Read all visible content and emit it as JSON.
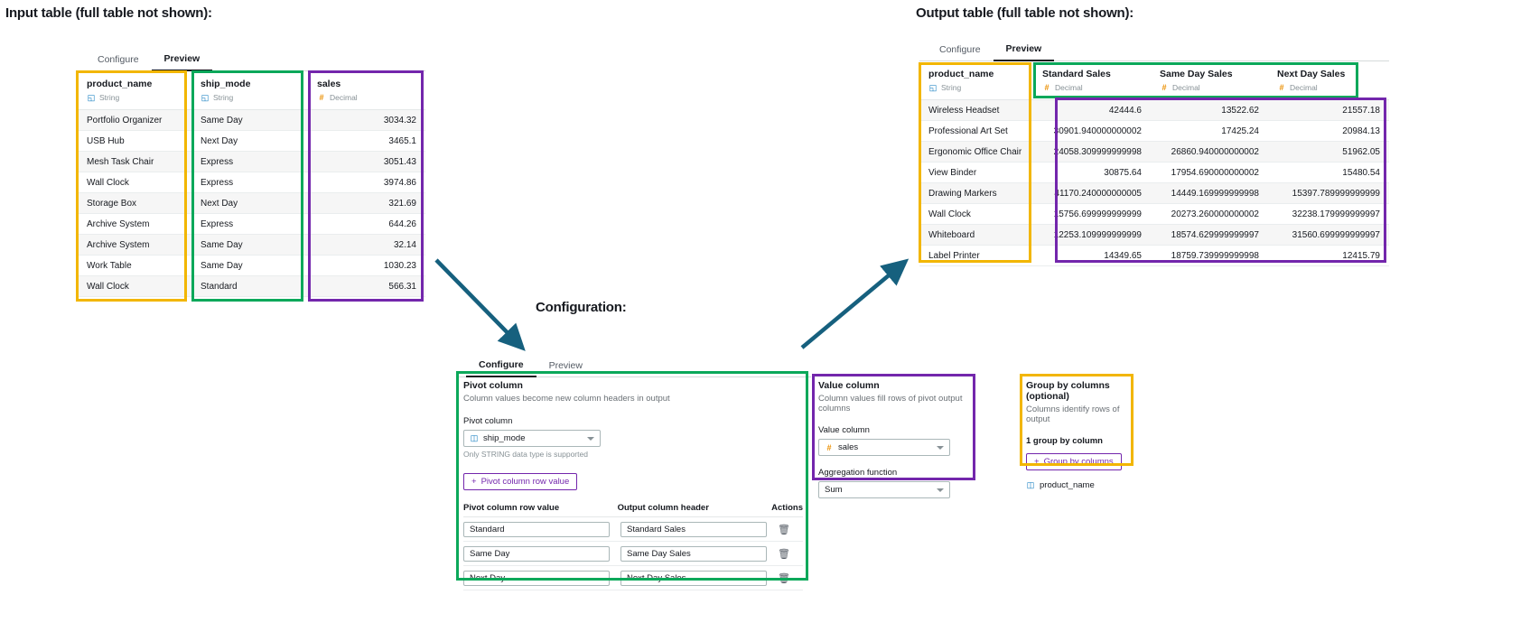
{
  "captions": {
    "input": "Input table (full table not shown):",
    "output": "Output table (full table not shown):",
    "configuration": "Configuration:"
  },
  "colors": {
    "yellow": "#f2b600",
    "green": "#0ba85a",
    "purple": "#7326ac",
    "arrow": "#16607e"
  },
  "tabs": {
    "configure": "Configure",
    "preview": "Preview"
  },
  "input_table": {
    "active_tab": "Preview",
    "columns": [
      {
        "name": "product_name",
        "type": "String",
        "type_icon": "string-icon",
        "align": "left",
        "values": [
          "Portfolio Organizer",
          "USB Hub",
          "Mesh Task Chair",
          "Wall Clock",
          "Storage Box",
          "Archive System",
          "Archive System",
          "Work Table",
          "Wall Clock"
        ]
      },
      {
        "name": "ship_mode",
        "type": "String",
        "type_icon": "string-icon",
        "align": "left",
        "values": [
          "Same Day",
          "Next Day",
          "Express",
          "Express",
          "Next Day",
          "Express",
          "Same Day",
          "Same Day",
          "Standard"
        ]
      },
      {
        "name": "sales",
        "type": "Decimal",
        "type_icon": "number-icon",
        "align": "right",
        "values": [
          "3034.32",
          "3465.1",
          "3051.43",
          "3974.86",
          "321.69",
          "644.26",
          "32.14",
          "1030.23",
          "566.31"
        ]
      }
    ]
  },
  "output_table": {
    "active_tab": "Preview",
    "columns": [
      {
        "name": "product_name",
        "type": "String",
        "type_icon": "string-icon",
        "align": "left",
        "values": [
          "Wireless Headset",
          "Professional Art Set",
          "Ergonomic Office Chair",
          "View Binder",
          "Drawing Markers",
          "Wall Clock",
          "Whiteboard",
          "Label Printer"
        ]
      },
      {
        "name": "Standard Sales",
        "type": "Decimal",
        "type_icon": "number-icon",
        "align": "right",
        "values": [
          "42444.6",
          "30901.940000000002",
          "24058.309999999998",
          "30875.64",
          "41170.240000000005",
          "15756.699999999999",
          "12253.109999999999",
          "14349.65"
        ]
      },
      {
        "name": "Same Day Sales",
        "type": "Decimal",
        "type_icon": "number-icon",
        "align": "right",
        "values": [
          "13522.62",
          "17425.24",
          "26860.940000000002",
          "17954.690000000002",
          "14449.169999999998",
          "20273.260000000002",
          "18574.629999999997",
          "18759.739999999998"
        ]
      },
      {
        "name": "Next Day Sales",
        "type": "Decimal",
        "type_icon": "number-icon",
        "align": "right",
        "values": [
          "21557.18",
          "20984.13",
          "51962.05",
          "15480.54",
          "15397.789999999999",
          "32238.179999999997",
          "31560.699999999997",
          "12415.79"
        ]
      }
    ]
  },
  "config": {
    "active_tab": "Configure",
    "pivot_column": {
      "title": "Pivot column",
      "subtitle": "Column values become new column headers in output",
      "field_label": "Pivot column",
      "selected": "ship_mode",
      "selected_icon": "string-icon",
      "hint": "Only STRING data type is supported",
      "add_button": "Pivot column row value",
      "add_button_icon": "plus-icon",
      "table_headers": [
        "Pivot column row value",
        "Output column header",
        "Actions"
      ],
      "rows": [
        {
          "row_value": "Standard",
          "output_header": "Standard Sales",
          "action_icon": "trash-icon"
        },
        {
          "row_value": "Same Day",
          "output_header": "Same Day Sales",
          "action_icon": "trash-icon"
        },
        {
          "row_value": "Next Day",
          "output_header": "Next Day Sales",
          "action_icon": "trash-icon"
        }
      ]
    },
    "value_column": {
      "title": "Value column",
      "subtitle": "Column values fill rows of pivot output columns",
      "field_label": "Value column",
      "selected": "sales",
      "selected_icon": "number-icon",
      "agg_label": "Aggregation function",
      "agg_selected": "Sum"
    },
    "group_by": {
      "title": "Group by columns (optional)",
      "subtitle": "Columns identify rows of output",
      "count_text": "1 group by column",
      "add_button": "Group by columns",
      "add_button_icon": "plus-icon",
      "items": [
        {
          "label": "product_name",
          "icon": "string-icon"
        }
      ]
    }
  }
}
